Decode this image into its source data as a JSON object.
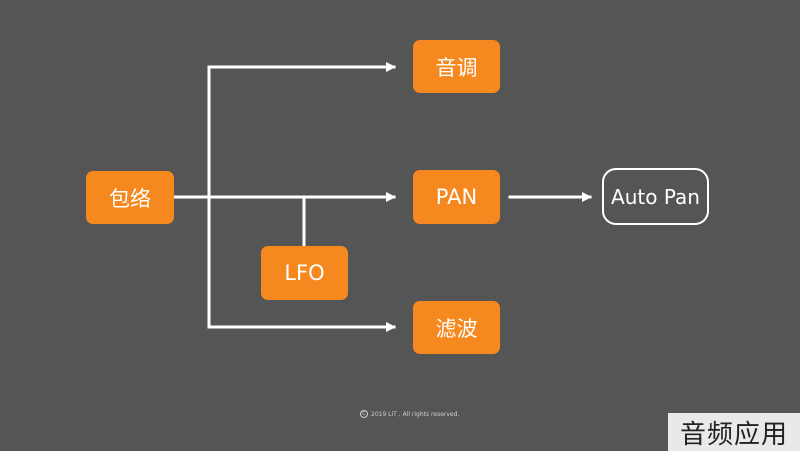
{
  "diagram": {
    "nodes": {
      "envelope": "包络",
      "pitch": "音调",
      "pan": "PAN",
      "filter": "滤波",
      "lfo": "LFO",
      "auto_pan": "Auto Pan"
    }
  },
  "footer": {
    "copyright_text": "2019 LiT , All rights reserved."
  },
  "watermark": {
    "text": "音频应用"
  },
  "colors": {
    "background": "#555555",
    "node_fill": "#f5891f",
    "line": "#ffffff"
  }
}
